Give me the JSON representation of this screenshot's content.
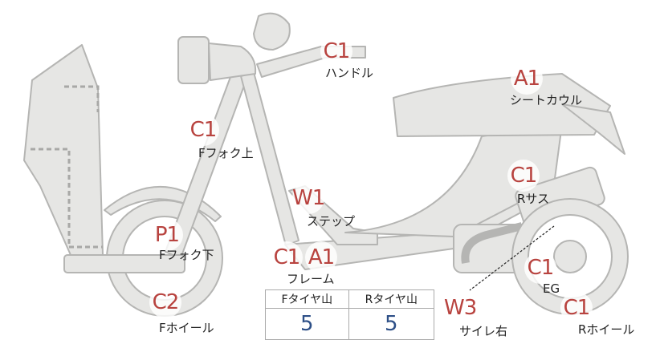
{
  "colors": {
    "body_fill": "#e6e6e4",
    "body_stroke": "#b5b5b3",
    "badge_text": "#b8433f",
    "value_text": "#2d4f87"
  },
  "parts": [
    {
      "id": "handle",
      "code": "C1",
      "label": "ハンドル"
    },
    {
      "id": "seat_cowl",
      "code": "A1",
      "label": "シートカウル"
    },
    {
      "id": "front_fork_upper",
      "code": "C1",
      "label": "Fフォク上"
    },
    {
      "id": "rear_suspension",
      "code": "C1",
      "label": "Rサス"
    },
    {
      "id": "step",
      "code": "W1",
      "label": "ステップ"
    },
    {
      "id": "front_fork_lower",
      "code": "P1",
      "label": "Fフォク下"
    },
    {
      "id": "frame",
      "codes": [
        "C1",
        "A1"
      ],
      "label": "フレーム"
    },
    {
      "id": "engine",
      "code": "C1",
      "label": "EG"
    },
    {
      "id": "front_wheel",
      "code": "C2",
      "label": "Fホイール"
    },
    {
      "id": "right_side_cover",
      "code": "W3",
      "label": "サイレ右"
    },
    {
      "id": "rear_wheel",
      "code": "C1",
      "label": "Rホイール"
    }
  ],
  "tire_table": {
    "headers": [
      "Fタイヤ山",
      "Rタイヤ山"
    ],
    "values": [
      "5",
      "5"
    ]
  }
}
